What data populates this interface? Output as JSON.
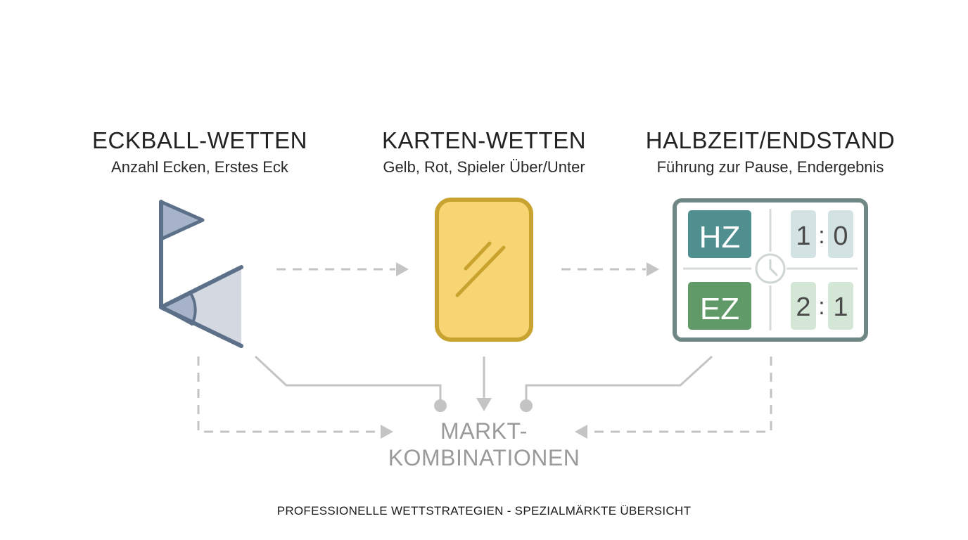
{
  "columns": [
    {
      "title": "ECKBALL-WETTEN",
      "subtitle": "Anzahl Ecken, Erstes Eck",
      "icon": "corner-flag-icon"
    },
    {
      "title": "KARTEN-WETTEN",
      "subtitle": "Gelb, Rot, Spieler Über/Unter",
      "icon": "yellow-card-icon"
    },
    {
      "title": "HALBZEIT/ENDSTAND",
      "subtitle": "Führung zur Pause, Endergebnis",
      "icon": "scoreboard-icon"
    }
  ],
  "scoreboard": {
    "halftime_label": "HZ",
    "halftime_home": "1",
    "halftime_away": "0",
    "fulltime_label": "EZ",
    "fulltime_home": "2",
    "fulltime_away": "1",
    "separator": ":"
  },
  "combination": {
    "line1": "MARKT-",
    "line2": "KOMBINATIONEN"
  },
  "footer": "PROFESSIONELLE WETTSTRATEGIEN - SPEZIALMÄRKTE ÜBERSICHT",
  "colors": {
    "flag_stroke": "#5d7089",
    "flag_fill": "#a6b3c8",
    "card_fill": "#f6d572",
    "card_stroke": "#c9a32f",
    "scoreboard_frame": "#6e8784",
    "halftime_teal": "#4f8f90",
    "fulltime_green": "#5f9a68",
    "connector_gray": "#c4c4c4",
    "label_gray": "#9a9a9a"
  }
}
